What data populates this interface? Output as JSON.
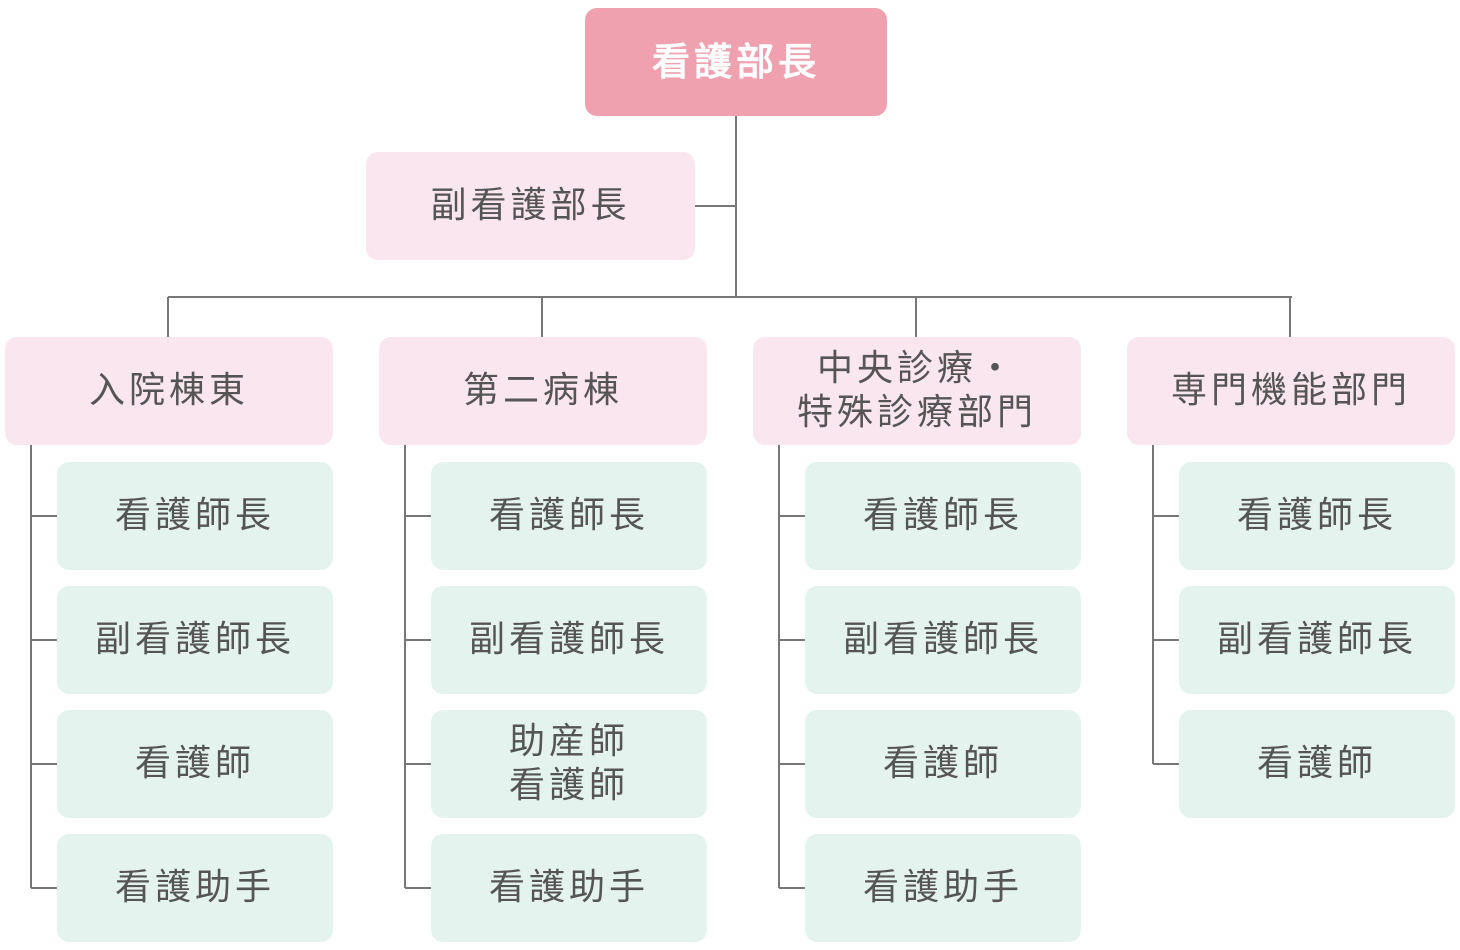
{
  "org_chart": {
    "head": {
      "label": "看護部長",
      "color": "#f0a1b0"
    },
    "deputy": {
      "label": "副看護部長",
      "color": "#fae6ee"
    },
    "departments": [
      {
        "label": "入院棟東",
        "roles": [
          "看護師長",
          "副看護師長",
          "看護師",
          "看護助手"
        ]
      },
      {
        "label": "第二病棟",
        "roles": [
          "看護師長",
          "副看護師長",
          "助産師\n看護師",
          "看護助手"
        ]
      },
      {
        "label": "中央診療・\n特殊診療部門",
        "roles": [
          "看護師長",
          "副看護師長",
          "看護師",
          "看護助手"
        ]
      },
      {
        "label": "専門機能部門",
        "roles": [
          "看護師長",
          "副看護師長",
          "看護師"
        ]
      }
    ],
    "colors": {
      "head": "#f0a1b0",
      "department": "#fae6ee",
      "role": "#e5f3ee",
      "connector": "#777777",
      "text": "#555555"
    }
  }
}
